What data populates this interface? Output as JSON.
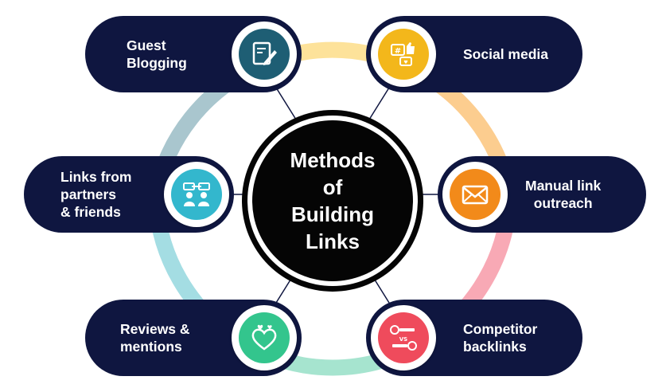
{
  "center": {
    "lines": [
      "Methods",
      "of",
      "Building",
      "Links"
    ]
  },
  "methods": [
    {
      "id": "guest-blogging",
      "lines": [
        "Guest",
        "Blogging"
      ],
      "icon": "blog-writing-icon",
      "color": "#1e5e74"
    },
    {
      "id": "social-media",
      "lines": [
        "Social media"
      ],
      "icon": "social-media-icon",
      "color": "#f3b71b"
    },
    {
      "id": "links-partners",
      "lines": [
        "Links from",
        "partners",
        "& friends"
      ],
      "icon": "partners-icon",
      "color": "#33b7cd"
    },
    {
      "id": "manual-outreach",
      "lines": [
        "Manual link",
        "outreach"
      ],
      "icon": "envelope-icon",
      "color": "#f28a1a"
    },
    {
      "id": "reviews",
      "lines": [
        "Reviews &",
        "mentions"
      ],
      "icon": "heart-icon",
      "color": "#33c58d"
    },
    {
      "id": "competitor",
      "lines": [
        "Competitor",
        "backlinks"
      ],
      "icon": "versus-icon",
      "color": "#ef4b5c",
      "icon_text": "VS"
    }
  ],
  "ring_colors": {
    "top": "#fde29a",
    "right_upper": "#fccd8f",
    "right_lower": "#f8a9b5",
    "bottom": "#a6e4cf",
    "left_lower": "#a4dde3",
    "left_upper": "#a9c6ce"
  }
}
